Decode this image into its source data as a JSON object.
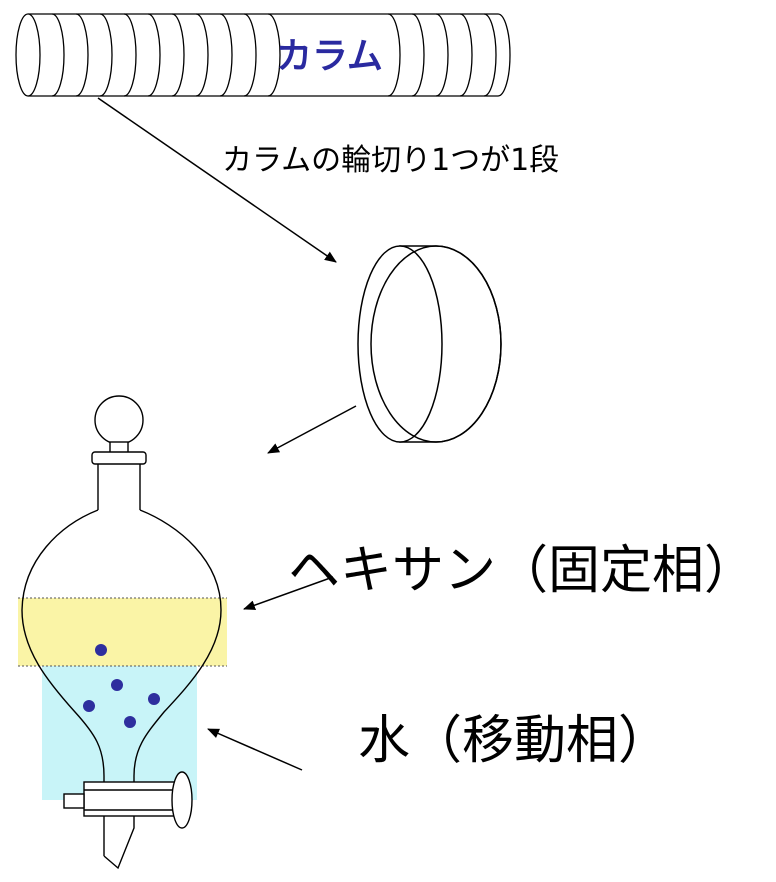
{
  "labels": {
    "column": "カラム",
    "caption": "カラムの輪切り1つが1段",
    "hexane": "ヘキサン（固定相）",
    "water": "水（移動相）"
  },
  "colors": {
    "column_label": "#2a2aa0",
    "hexane_layer": "#faf4a6",
    "water_layer": "#c8f4f8",
    "solute_dots": "#2e2e9e",
    "line": "#000000"
  },
  "icons": {
    "column": "stacked-disc-column",
    "plate": "single-disc-plate",
    "funnel": "separatory-funnel"
  }
}
